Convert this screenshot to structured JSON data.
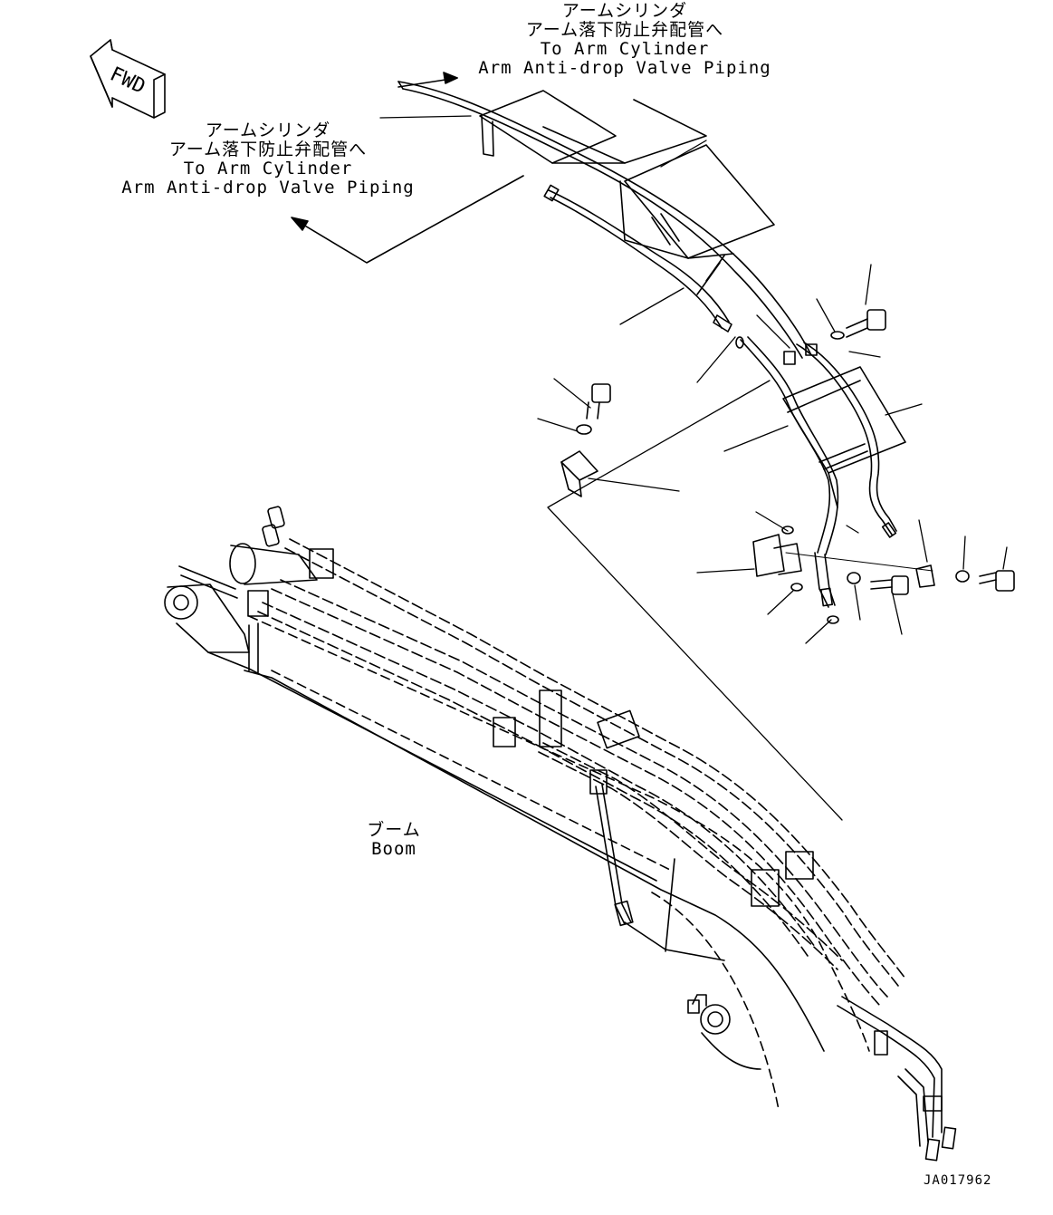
{
  "labels": {
    "top": {
      "jp_line1": "アームシリンダ",
      "jp_line2": "アーム落下防止弁配管へ",
      "en_line1": "To Arm Cylinder",
      "en_line2": "Arm Anti-drop Valve Piping"
    },
    "left": {
      "jp_line1": "アームシリンダ",
      "jp_line2": "アーム落下防止弁配管へ",
      "en_line1": "To Arm Cylinder",
      "en_line2": "Arm Anti-drop Valve Piping"
    },
    "boom": {
      "jp": "ブーム",
      "en": "Boom"
    }
  },
  "fwd_symbol": "FWD",
  "drawing_number": "JA017962",
  "colors": {
    "line": "#000000",
    "background": "#ffffff"
  }
}
